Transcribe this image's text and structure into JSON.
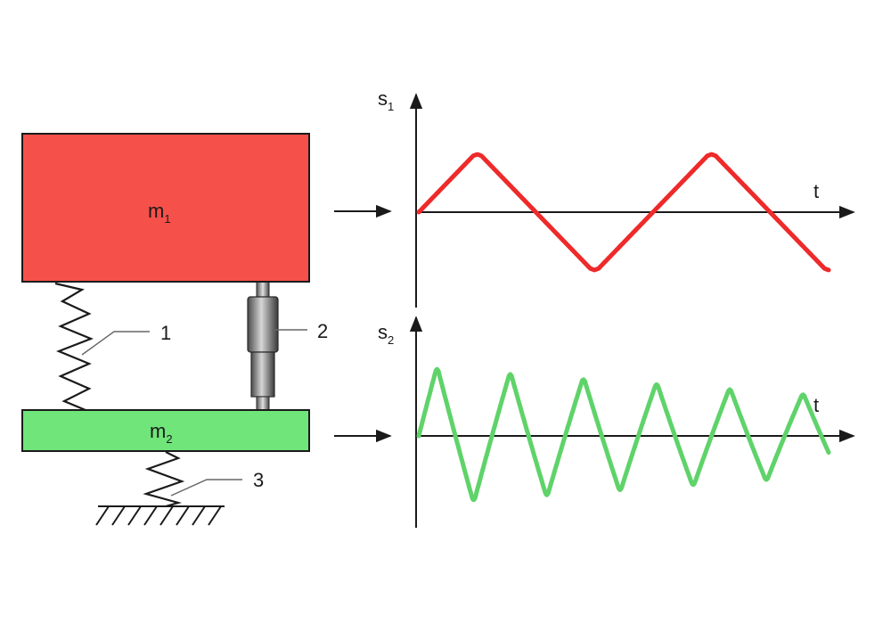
{
  "colors": {
    "mass1": "#f5504a",
    "mass2": "#6fe57a",
    "signal1": "#ee2a2a",
    "signal2": "#5fd36a",
    "ink": "#1a1a1a"
  },
  "masses": {
    "m1": {
      "symbol": "m",
      "subscript": "1"
    },
    "m2": {
      "symbol": "m",
      "subscript": "2"
    }
  },
  "callouts": {
    "spring_upper": "1",
    "damper": "2",
    "spring_lower": "3"
  },
  "graphs": {
    "top": {
      "y_symbol": "s",
      "y_subscript": "1",
      "x_label": "t"
    },
    "bottom": {
      "y_symbol": "s",
      "y_subscript": "2",
      "x_label": "t"
    }
  },
  "chart_data": [
    {
      "type": "line",
      "signal": "s1",
      "waveform": "triangle",
      "cycles": 1.75
    },
    {
      "type": "line",
      "signal": "s2",
      "waveform": "triangle",
      "cycles": 5.6,
      "decay": true
    }
  ]
}
